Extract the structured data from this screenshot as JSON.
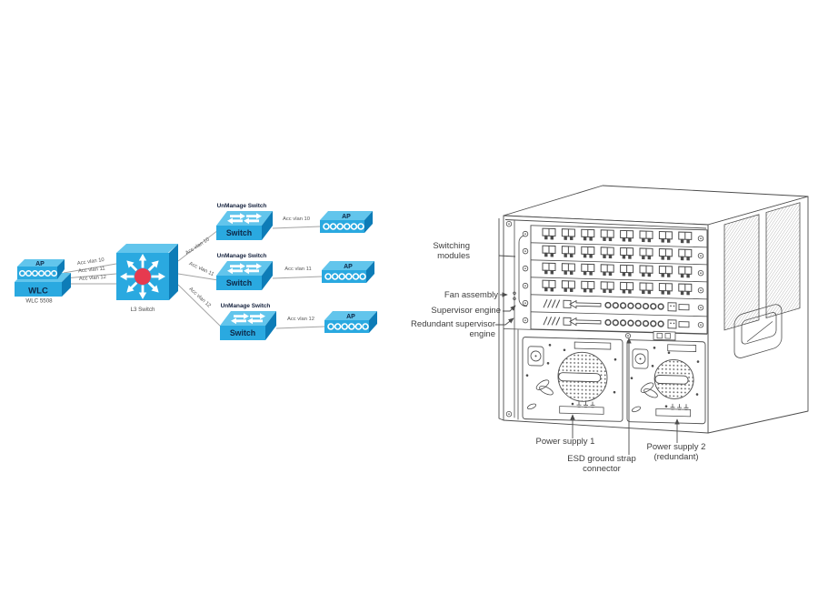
{
  "topology": {
    "wlc": {
      "ap_label": "AP",
      "wlc_label": "WLC",
      "caption": "WLC 5508"
    },
    "l3_switch": {
      "caption": "L3 Switch"
    },
    "uplinks": [
      {
        "label": "Acc vlan 10"
      },
      {
        "label": "Acc vlan 11"
      },
      {
        "label": "Acc vlan 12"
      }
    ],
    "branches": [
      {
        "trunk_label": "Acc vlan 10",
        "switch_title": "UnManage Switch",
        "switch_label": "Switch",
        "access_label": "Acc vlan 10",
        "ap_label": "AP"
      },
      {
        "trunk_label": "Acc vlan 11",
        "switch_title": "UnManage Switch",
        "switch_label": "Switch",
        "access_label": "Acc vlan 11",
        "ap_label": "AP"
      },
      {
        "trunk_label": "Acc vlan 12",
        "switch_title": "UnManage Switch",
        "switch_label": "Switch",
        "access_label": "Acc vlan 12",
        "ap_label": "AP"
      }
    ]
  },
  "chassis": {
    "callouts": {
      "switching_modules": "Switching modules",
      "fan_assembly": "Fan assembly",
      "supervisor_engine": "Supervisor engine",
      "redundant_supervisor_engine": "Redundant supervisor engine",
      "power_supply_1": "Power supply 1",
      "esd": "ESD ground strap connector",
      "power_supply_2": "Power supply 2 (redundant)"
    }
  },
  "colors": {
    "cisco_blue": "#2aa9e0",
    "cisco_blue_light": "#62c5ec",
    "cisco_blue_dark": "#0d7cb7",
    "accent_red": "#e63a4f",
    "device_text": "#0d2847",
    "link_line": "#a3a3a3",
    "ink": "#4c4c4c"
  }
}
